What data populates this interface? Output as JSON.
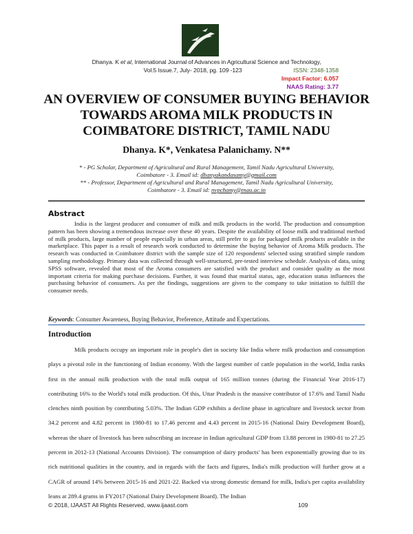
{
  "header": {
    "logo_icon": "leaping-deer-logo-icon",
    "logo_bg_color": "#1d3a1d",
    "citation_prefix": "Dhanya. K ",
    "citation_etal": "et al",
    "citation_suffix": ", International Journal of Advances in Agricultural Science and Technology,",
    "volume_line": "Vol.5 Issue.7, July- 2018, pg. 109 -123",
    "issn": "ISSN: 2348-1358",
    "impact_factor": "Impact Factor: 6.057",
    "naas_rating": "NAAS Rating: 3.77",
    "colors": {
      "issn": "#4a6a2a",
      "impact_factor": "#d81e1e",
      "naas_rating": "#8a1fa0"
    }
  },
  "paper": {
    "title_lines": [
      "AN OVERVIEW OF CONSUMER BUYING BEHAVIOR",
      "TOWARDS AROMA MILK PRODUCTS IN",
      "COIMBATORE DISTRICT, TAMIL NADU"
    ],
    "authors": "Dhanya. K*, Venkatesa Palanichamy. N**",
    "affiliations": [
      {
        "line1": "* - PG Scholar, Department of Agricultural and Rural Management, Tamil Nadu Agricultural University,",
        "line2_prefix": "Coimbatore - 3. Email id: ",
        "email": "dhanyakandasamy@gmail.com"
      },
      {
        "line1": "** - Professor, Department of Agricultural and Rural Management, Tamil Nadu Agricultural University,",
        "line2_prefix": "Coimbatore - 3. Email id: ",
        "email": "nvpchamy@tnau.ac.in"
      }
    ],
    "abstract": {
      "heading": "Abstract",
      "text": "India is the largest producer and consumer of milk and milk products in the world. The production and consumption pattern has been showing a tremendous increase over these 40 years. Despite the availability of loose milk and traditional method of milk products, large number of people especially in urban areas, still prefer to go for packaged milk products available in the marketplace. This paper is a result of research work conducted to determine the buying behavior of Aroma Milk products. The research was conducted in Coimbatore district with the sample size of 120 respondents' selected using stratified simple random sampling methodology. Primary data was collected through well-structured, pre-tested interview schedule. Analysis of data, using SPSS software, revealed that most of the Aroma consumers are satisfied with the product and consider quality as the most important criteria for making purchase decisions. Further, it was found that marital status, age, education status influences the purchasing behavior of consumers. As per the findings, suggestions are given to the company to take initiation to fulfill the consumer needs."
    },
    "keywords": {
      "label": "Keywords",
      "text": ": Consumer Awareness, Buying Behavior, Preference, Attitude and Expectations."
    },
    "introduction": {
      "heading": "Introduction",
      "text": "Milk products occupy an important role in people's diet in society like India where milk production and consumption plays a pivotal role in the functioning of Indian economy. With the largest number of cattle population in the world, India ranks first in the annual milk production with the total milk output of 165 million tonnes (during the Financial Year 2016-17) contributing 16% to the World's total milk production. Of this, Uttar Pradesh is the massive contributor of 17.6% and Tamil Nadu clenches ninth position by contributing 5.03%. The Indian GDP exhibits a decline phase in agriculture and livestock sector from 34.2 percent and 4.82 percent in 1980-81 to 17.46 percent and 4.43 percent in 2015-16 (National Dairy Development Board), whereas the share of livestock has been subscribing an increase in Indian agricultural GDP from 13.88 percent in 1980-81 to 27.25 percent in 2012-13 (National Accounts Division). The consumption of dairy products' has been exponentially growing due to its rich nutritional qualities in the country, and in regards with the facts and figures, India's milk production will further grow at a CAGR of around 14% between 2015-16 and 2021-22. Backed via strong domestic demand for milk, India's per capita availability leans at 289.4 grams in FY2017 (National Dairy Development Board). The Indian"
    }
  },
  "footer": {
    "copyright": "© 2018, IJAAST All Rights Reserved, www.ijaast.com",
    "page_number": "109"
  },
  "colors": {
    "top_rule": "#555555",
    "keyword_rule": "#7f9fcf"
  }
}
